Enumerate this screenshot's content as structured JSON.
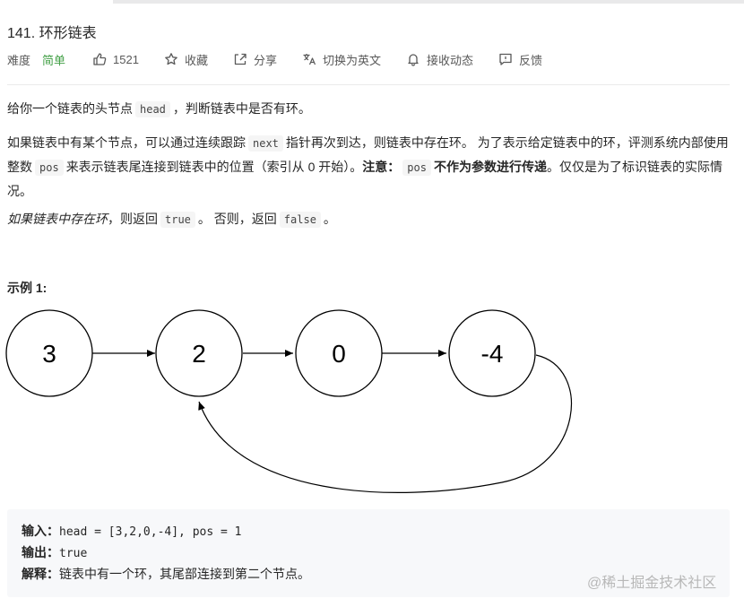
{
  "problem": {
    "title": "141. 环形链表"
  },
  "meta": {
    "difficulty_label": "难度",
    "difficulty_value": "简单",
    "likes": "1521",
    "favorite_label": "收藏",
    "share_label": "分享",
    "switch_lang_label": "切换为英文",
    "subscribe_label": "接收动态",
    "feedback_label": "反馈",
    "difficulty_color": "#43a047"
  },
  "desc": {
    "p1_a": "给你一个链表的头节点",
    "p1_code": "head",
    "p1_b": "，判断链表中是否有环。",
    "p2_a": "如果链表中有某个节点，可以通过连续跟踪",
    "p2_code1": "next",
    "p2_b": "指针再次到达，则链表中存在环。 为了表示给定链表中的环，评测系统内部使用整数",
    "p2_code2": "pos",
    "p2_c": "来表示链表尾连接到链表中的位置（索引从 0 开始）。",
    "p2_note": "注意：",
    "p2_code3": "pos",
    "p2_bold": "不作为参数进行传递",
    "p2_d": "。仅仅是为了标识链表的实际情况。",
    "p3_em": "如果链表中存在环",
    "p3_a": "，则返回",
    "p3_code1": "true",
    "p3_b": "。 否则，返回",
    "p3_code2": "false",
    "p3_c": "。"
  },
  "example1": {
    "title": "示例 1:",
    "nodes": [
      "3",
      "2",
      "0",
      "-4"
    ],
    "input_label": "输入：",
    "input_value": "head = [3,2,0,-4], pos = 1",
    "output_label": "输出：",
    "output_value": "true",
    "explain_label": "解释：",
    "explain_value": "链表中有一个环，其尾部连接到第二个节点。"
  },
  "watermark": "@稀土掘金技术社区"
}
